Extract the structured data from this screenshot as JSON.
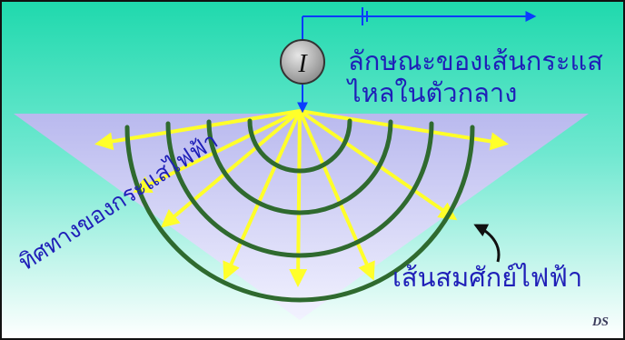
{
  "diagram": {
    "meter_symbol": "I",
    "title_line1": "ลักษณะของเส้นกระแส",
    "title_line2": "ไหลในตัวกลาง",
    "current_direction_label": "ทิศทางของกระแสไฟฟ้า",
    "equipotential_label": "เส้นสมศักย์ไฟฟ้า",
    "signature": "DS",
    "colors": {
      "background_top": "#21d9b0",
      "background_bottom": "#ffffff",
      "ground_wedge": "#c8c8f0",
      "field_arrow": "#ffff2a",
      "equipotential_line": "#2f6a2f",
      "wire": "#0a3cff",
      "text": "#1f1fb8"
    }
  }
}
